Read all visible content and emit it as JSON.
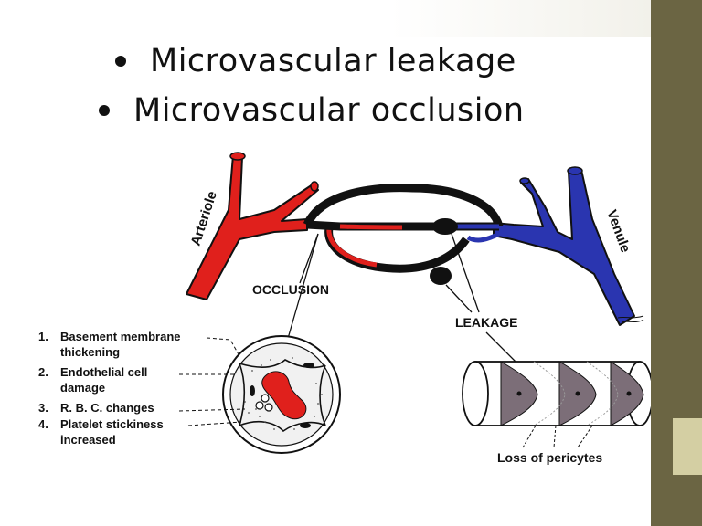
{
  "bullets": [
    "Microvascular leakage",
    "Microvascular occlusion"
  ],
  "diagram": {
    "arteriole_label": "Arteriole",
    "venule_label": "Venule",
    "occlusion_label": "OCCLUSION",
    "leakage_label": "LEAKAGE",
    "pericytes_label": "Loss of pericytes",
    "causes": [
      {
        "num": "1.",
        "line1": "Basement membrane",
        "line2": "thickening"
      },
      {
        "num": "2.",
        "line1": "Endothelial cell",
        "line2": "damage"
      },
      {
        "num": "3.",
        "line1": "R. B. C.  changes",
        "line2": ""
      },
      {
        "num": "4.",
        "line1": "Platelet stickiness",
        "line2": "increased"
      }
    ]
  },
  "colors": {
    "arteriole": "#e0201c",
    "venule": "#2a35b0",
    "outline": "#111111",
    "border": "#6b6543",
    "border_light": "#d4cfa3"
  }
}
